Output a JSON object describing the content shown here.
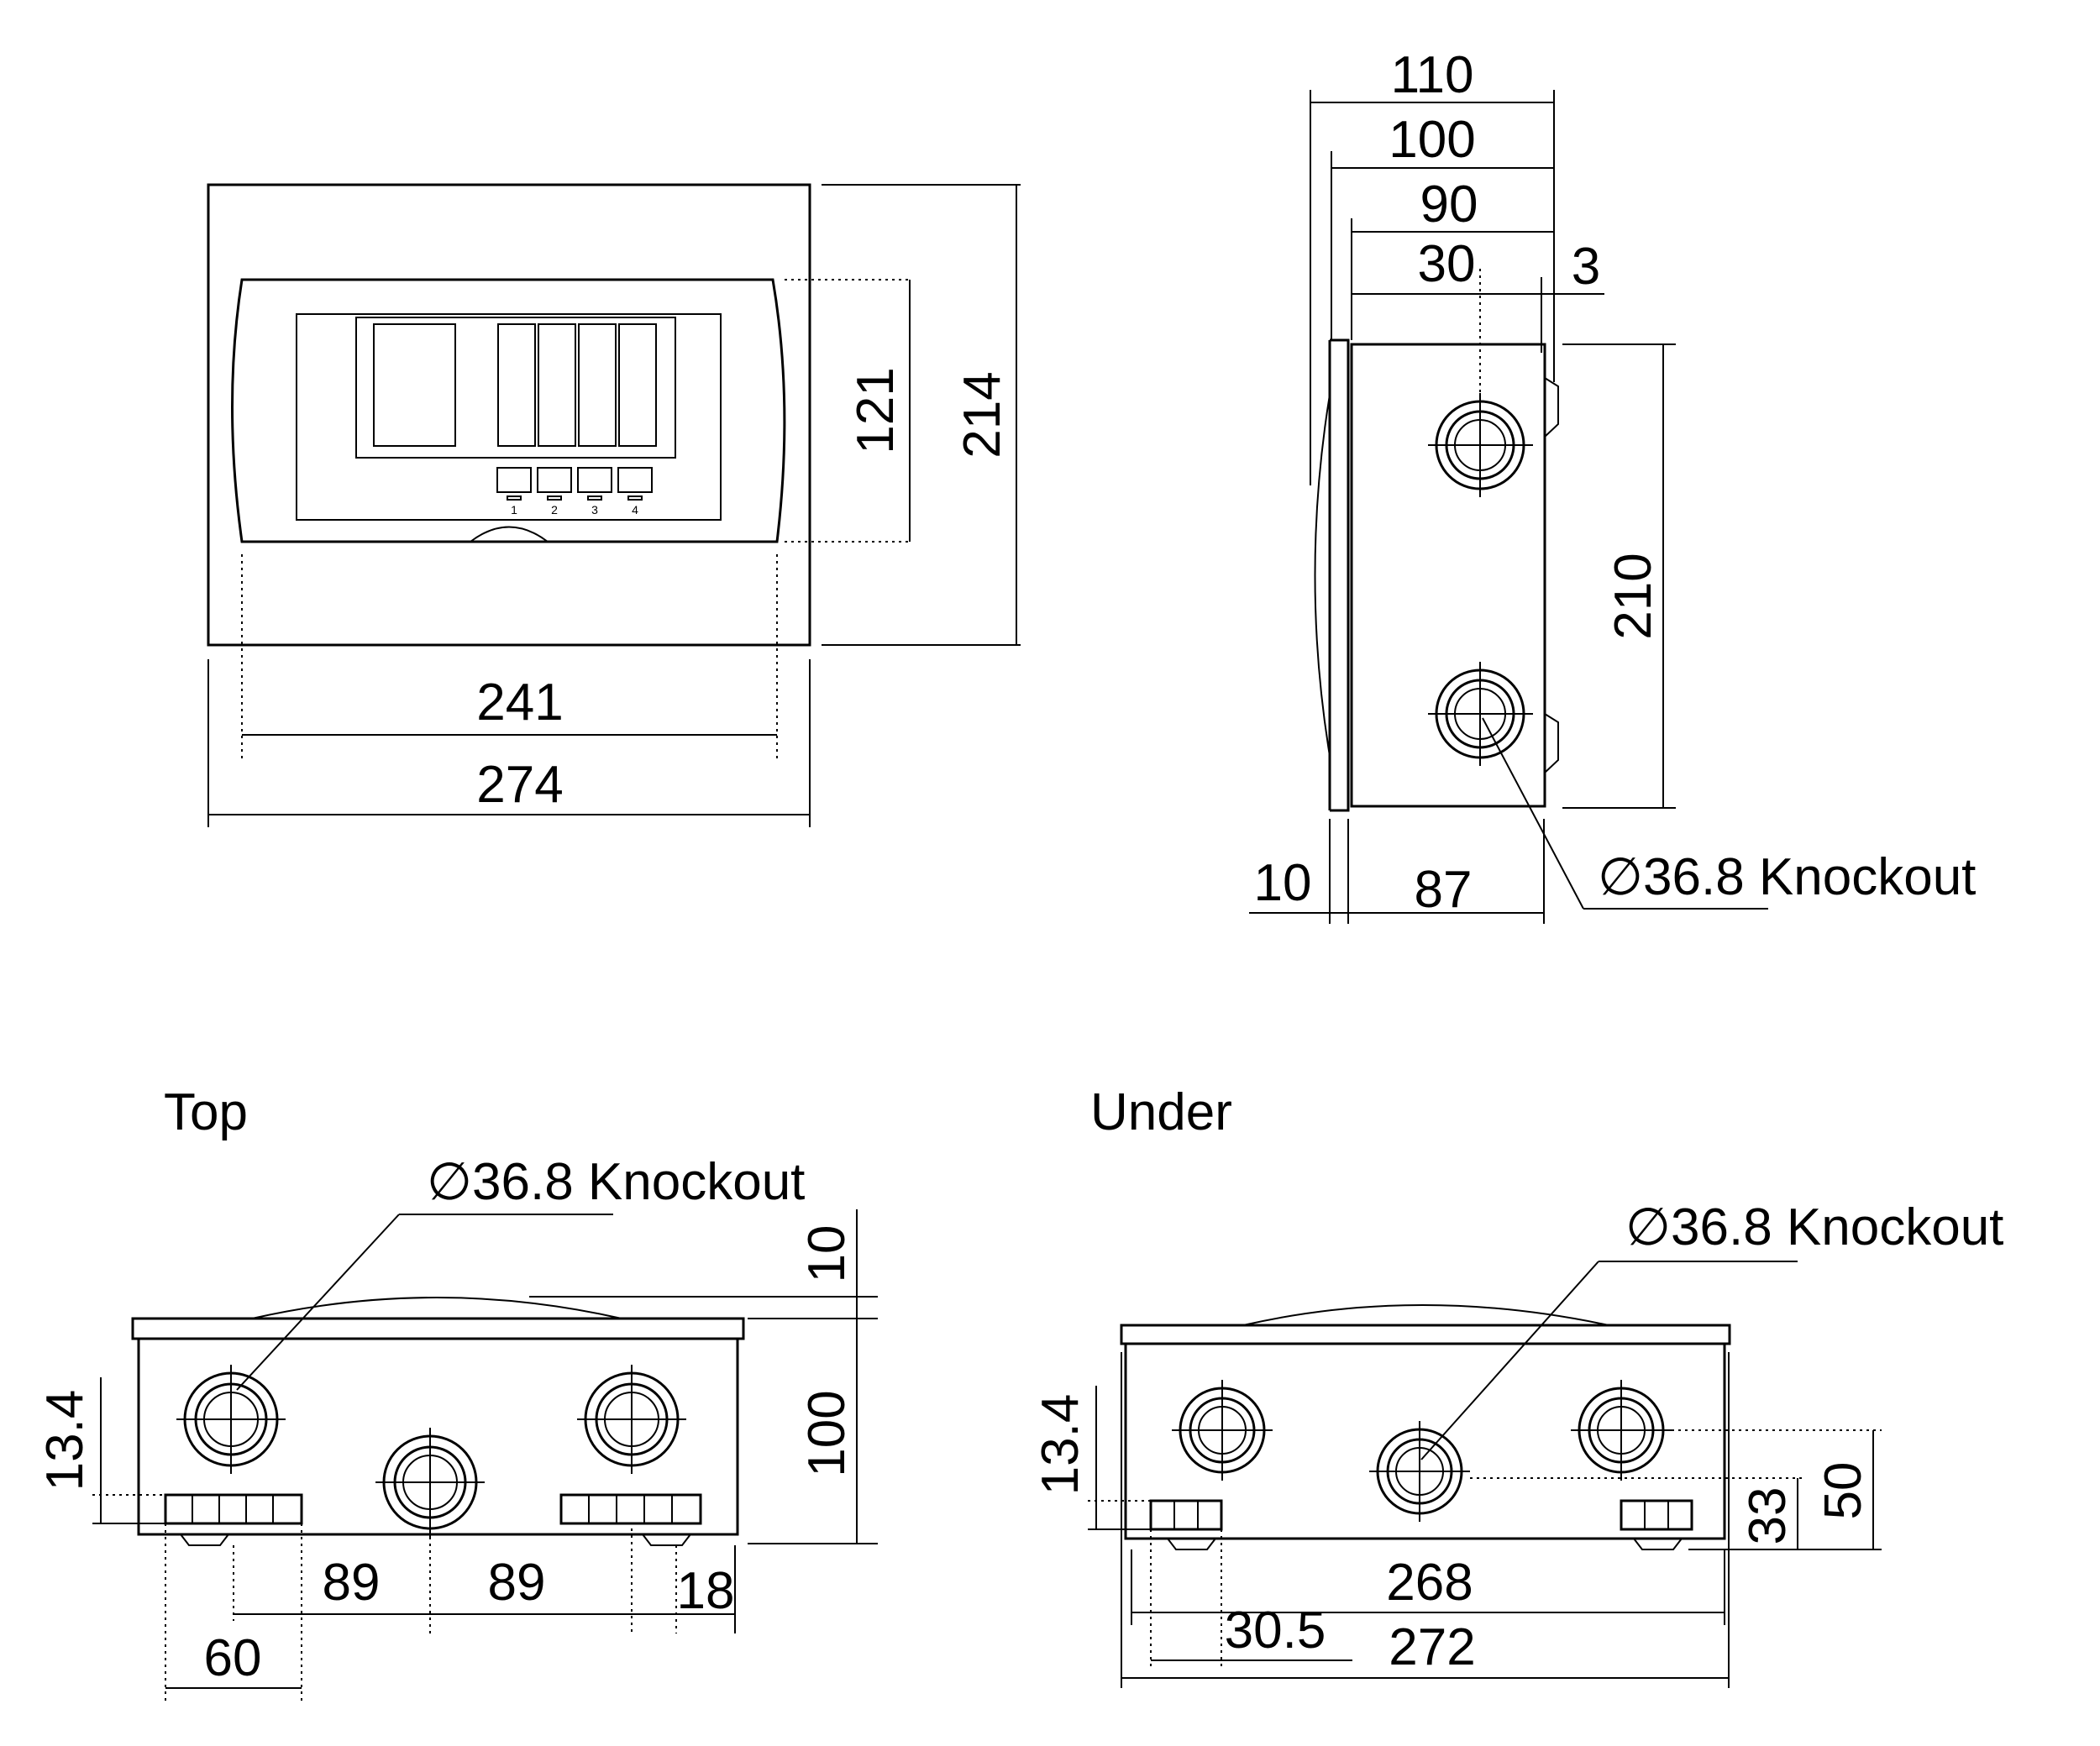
{
  "front_view": {
    "dim_height_total": "214",
    "dim_height_inner": "121",
    "dim_width_inner": "241",
    "dim_width_total": "274",
    "switch_numbers": [
      "1",
      "2",
      "3",
      "4"
    ]
  },
  "side_view": {
    "dim_110": "110",
    "dim_100": "100",
    "dim_90": "90",
    "dim_30": "30",
    "dim_3": "3",
    "dim_height": "210",
    "dim_10": "10",
    "dim_87": "87",
    "knockout_label": "∅36.8 Knockout"
  },
  "top_view": {
    "title": "Top",
    "knockout_label": "∅36.8 Knockout",
    "dim_10": "10",
    "dim_100": "100",
    "dim_13_4": "13.4",
    "dim_89_left": "89",
    "dim_89_right": "89",
    "dim_18": "18",
    "dim_60": "60"
  },
  "under_view": {
    "title": "Under",
    "knockout_label": "∅36.8 Knockout",
    "dim_13_4": "13.4",
    "dim_33": "33",
    "dim_50": "50",
    "dim_268": "268",
    "dim_30_5": "30.5",
    "dim_272": "272"
  }
}
